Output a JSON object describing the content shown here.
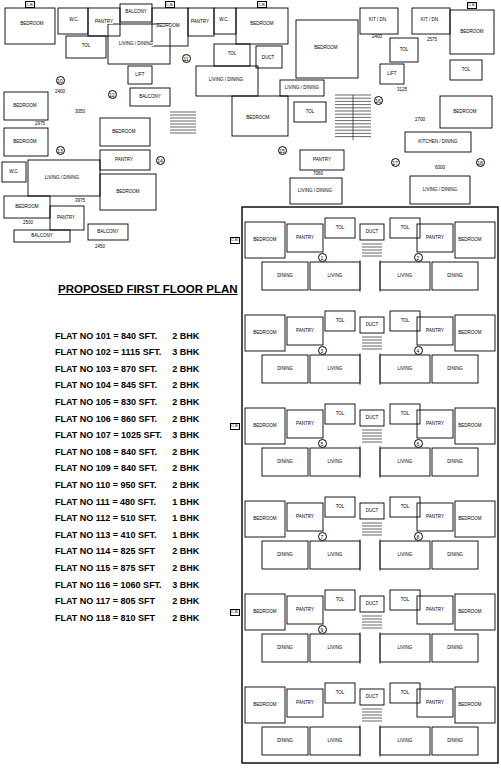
{
  "diagram": {
    "title": "PROPOSED FIRST FLOOR PLAN",
    "labels": [
      "FLAT NO 101 = 840 SFT.",
      "2 BHK",
      "FLAT NO 102 = 1115 SFT.",
      "3 BHK",
      "FLAT NO 103 = 870 SFT.",
      "2 BHK",
      "FLAT NO 104 = 845 SFT.",
      "2 BHK",
      "FLAT NO 105 = 830 SFT.",
      "2 BHK",
      "FLAT NO 106 = 860 SFT.",
      "2 BHK",
      "FLAT NO 107 = 1025 SFT.",
      "3 BHK",
      "FLAT NO 108 = 840 SFT.",
      "2 BHK",
      "FLAT NO 109 = 840 SFT.",
      "2 BHK",
      "FLAT NO 110 = 950 SFT.",
      "2 BHK",
      "FLAT NO 111 = 480 SFT.",
      "1 BHK",
      "FLAT NO 112 = 510 SFT.",
      "1 BHK",
      "FLAT NO 113 = 410 SFT.",
      "1 BHK",
      "FLAT NO 114 = 825 SFT",
      "2 BHK",
      "FLAT NO 115 = 875 SFT",
      "2 BHK",
      "FLAT NO 116 = 1060 SFT.",
      "3 BHK",
      "FLAT NO 117 = 805 SFT",
      "2 BHK",
      "FLAT NO 118 = 810 SFT",
      "2 BHK",
      "BEDROOM",
      "W.C.",
      "PANTRY",
      "BALCONY",
      "BEDROOM",
      "PANTRY",
      "W.C.",
      "BEDROOM",
      "TOL",
      "LIVING / DINING",
      "TOL",
      "LIVING / DINING",
      "DUCT",
      "BEDROOM",
      "BALCONY",
      "LIFT",
      "BEDROOM",
      "BEDROOM",
      "W.C.",
      "LIVING / DINING",
      "BEDROOM",
      "PANTRY",
      "BALCONY",
      "BALCONY",
      "BEDROOM",
      "PANTRY",
      "BEDROOM",
      "BEDROOM",
      "KIT / DN.",
      "KIT / DN.",
      "TOL",
      "BEDROOM",
      "TOL",
      "LIFT",
      "LIVING / DINING",
      "TOL",
      "BEDROOM",
      "KITCHEN / DINING",
      "PANTRY",
      "LIVING / DINING",
      "LIVING / DINING",
      "BEDROOM",
      "PANTRY",
      "TOL",
      "DUCT",
      "TOL",
      "PANTRY",
      "BEDROOM",
      "DINING",
      "LIVING",
      "LIVING",
      "DINING",
      "BEDROOM",
      "PANTRY",
      "TOL",
      "DUCT",
      "TOL",
      "PANTRY",
      "BEDROOM",
      "DINING",
      "LIVING",
      "LIVING",
      "DINING",
      "BEDROOM",
      "PANTRY",
      "TOL",
      "DUCT",
      "TOL",
      "PANTRY",
      "BEDROOM",
      "DINING",
      "LIVING",
      "LIVING",
      "DINING",
      "BEDROOM",
      "PANTRY",
      "TOL",
      "DUCT",
      "TOL",
      "PANTRY",
      "BEDROOM",
      "DINING",
      "LIVING",
      "LIVING",
      "DINING",
      "BEDROOM",
      "PANTRY",
      "TOL",
      "DUCT",
      "TOL",
      "PANTRY",
      "BEDROOM",
      "DINING",
      "LIVING",
      "LIVING",
      "DINING",
      "BEDROOM",
      "PANTRY",
      "TOL",
      "DUCT",
      "TOL",
      "PANTRY",
      "BEDROOM",
      "DINING",
      "LIVING",
      "LIVING",
      "DINING",
      "1",
      "2",
      "3",
      "4",
      "5",
      "6",
      "7",
      "8",
      "9",
      "10",
      "11",
      "12",
      "13",
      "14",
      "15",
      "16",
      "17",
      "18",
      "2400",
      "3050",
      "2975",
      "2500",
      "2450",
      "2400",
      "2575",
      "3125",
      "2700",
      "7060",
      "6000",
      "3975",
      "C.B.",
      "C.B.",
      "C.B.",
      "C.B.",
      "C.B.",
      "C.B.",
      "C.B."
    ]
  }
}
